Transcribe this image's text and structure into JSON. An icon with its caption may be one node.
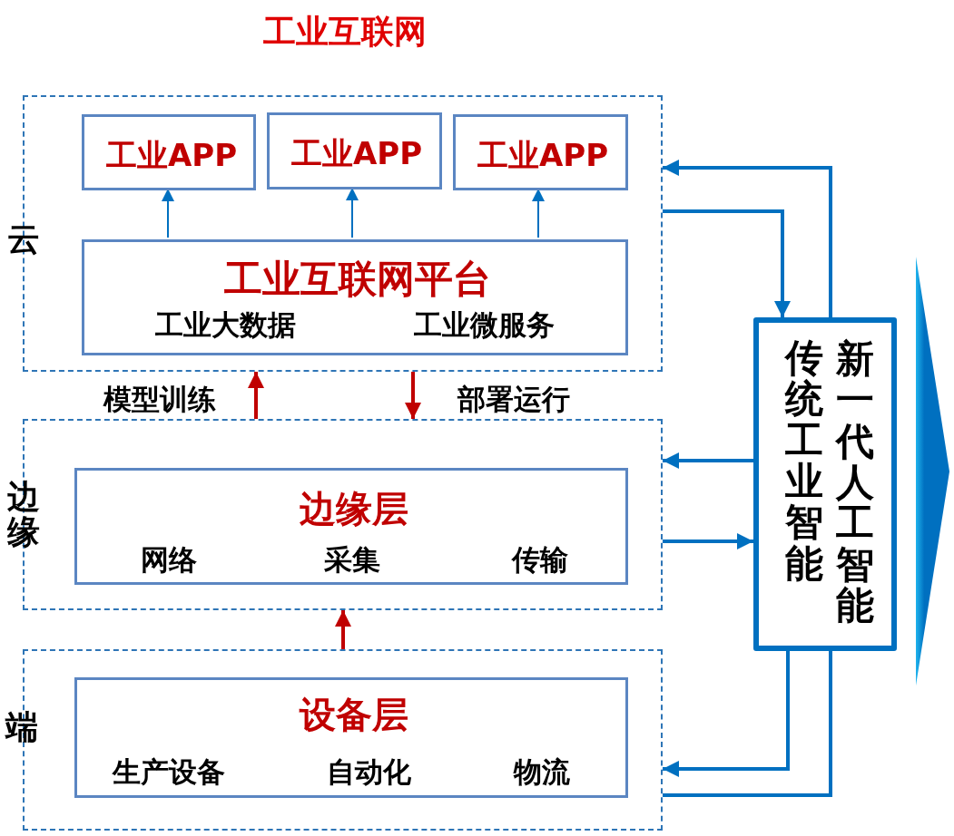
{
  "diagram": {
    "title": "工业互联网",
    "nodes": [
      {
        "text": [
          "云"
        ]
      },
      {
        "text": [
          "工业APP"
        ],
        "in": 0
      },
      {
        "text": [
          "工业APP"
        ],
        "in": 0
      },
      {
        "text": [
          "工业APP"
        ],
        "in": 0
      },
      {
        "text": [
          "工业互联网平台",
          "工业大数据",
          "工业微服务"
        ],
        "in": 0
      },
      {
        "text": [
          "边缘"
        ]
      },
      {
        "text": [
          "边缘层",
          "网络",
          "采集",
          "传输"
        ],
        "in": 5
      },
      {
        "text": [
          "端"
        ]
      },
      {
        "text": [
          "设备层",
          "生产设备",
          "自动化",
          "物流"
        ],
        "in": 7
      },
      {
        "text": [
          "传统工业智能",
          "新一代人工智能"
        ]
      }
    ],
    "edges": [
      {
        "from": 4,
        "to": 1,
        "arrow": "to"
      },
      {
        "from": 4,
        "to": 2,
        "arrow": "to"
      },
      {
        "from": 4,
        "to": 3,
        "arrow": "to"
      },
      {
        "from": 5,
        "to": 0,
        "arrow": "to",
        "label": "模型训练",
        "color": "#c00000"
      },
      {
        "from": 0,
        "to": 5,
        "arrow": "to",
        "label": "部署运行",
        "color": "#c00000"
      },
      {
        "from": 7,
        "to": 5,
        "arrow": "to",
        "color": "#c00000"
      },
      {
        "from": 9,
        "to": 0,
        "arrow": "to"
      },
      {
        "from": 0,
        "to": 9,
        "arrow": "to"
      },
      {
        "from": 9,
        "to": 5,
        "arrow": "to"
      },
      {
        "from": 5,
        "to": 9,
        "arrow": "to"
      },
      {
        "from": 9,
        "to": 7,
        "arrow": "to"
      },
      {
        "from": 7,
        "to": 9,
        "arrow": "none"
      }
    ]
  }
}
